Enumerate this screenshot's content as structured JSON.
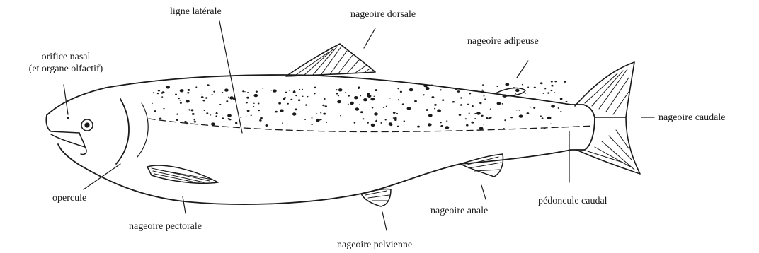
{
  "labels": {
    "nasal": [
      "orifice nasal",
      "(et organe olfactif)"
    ],
    "lateral_line": "ligne latérale",
    "dorsal_fin": "nageoire dorsale",
    "adipose_fin": "nageoire adipeuse",
    "caudal_fin": "nageoire caudale",
    "operculum": "opercule",
    "pectoral_fin": "nageoire pectorale",
    "pelvic_fin": "nageoire pelvienne",
    "anal_fin": "nageoire anale",
    "caudal_peduncle": "pédoncule caudal"
  },
  "colors": {
    "ink": "#1a1a1a",
    "paper": "#ffffff"
  }
}
